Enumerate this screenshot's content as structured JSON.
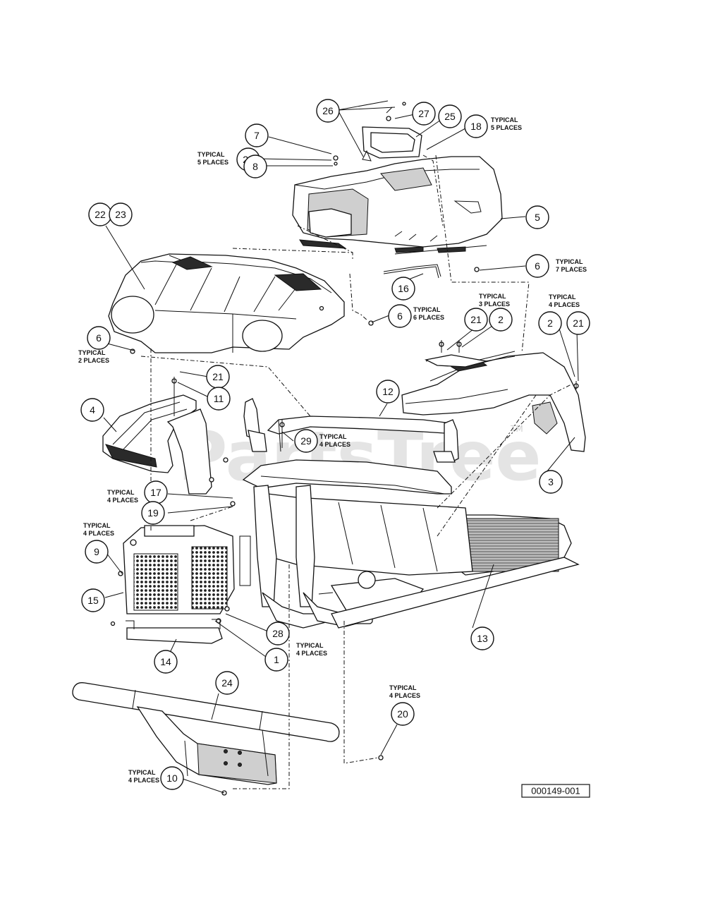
{
  "watermark": {
    "text": "PartsTree",
    "tm": "TM"
  },
  "document_number": "000149-001",
  "notes": {
    "n_top_right_5": [
      "TYPICAL",
      "5 PLACES"
    ],
    "n_top_left_5": [
      "TYPICAL",
      "5 PLACES"
    ],
    "n_7": [
      "TYPICAL",
      "7 PLACES"
    ],
    "n_6": [
      "TYPICAL",
      "6 PLACES"
    ],
    "n_3": [
      "TYPICAL",
      "3 PLACES"
    ],
    "n_4a": [
      "TYPICAL",
      "4 PLACES"
    ],
    "n_2": [
      "TYPICAL",
      "2 PLACES"
    ],
    "n_29": [
      "TYPICAL",
      "4 PLACES"
    ],
    "n_17": [
      "TYPICAL",
      "4 PLACES"
    ],
    "n_9": [
      "TYPICAL",
      "4 PLACES"
    ],
    "n_1": [
      "TYPICAL",
      "4 PLACES"
    ],
    "n_20": [
      "TYPICAL",
      "4 PLACES"
    ],
    "n_10": [
      "TYPICAL",
      "4 PLACES"
    ]
  },
  "callouts": {
    "c26": "26",
    "c27": "27",
    "c25": "25",
    "c18": "18",
    "c7": "7",
    "c21a": "21",
    "c8": "8",
    "c5": "5",
    "c6a": "6",
    "c22": "22",
    "c23": "23",
    "c16": "16",
    "c6b": "6",
    "c21b": "21",
    "c2a": "2",
    "c2b": "2",
    "c21c": "21",
    "c6c": "6",
    "c21d": "21",
    "c11": "11",
    "c12": "12",
    "c4": "4",
    "c29": "29",
    "c3": "3",
    "c17": "17",
    "c19": "19",
    "c9": "9",
    "c15": "15",
    "c28": "28",
    "c13": "13",
    "c14": "14",
    "c1": "1",
    "c24": "24",
    "c20": "20",
    "c10": "10"
  }
}
